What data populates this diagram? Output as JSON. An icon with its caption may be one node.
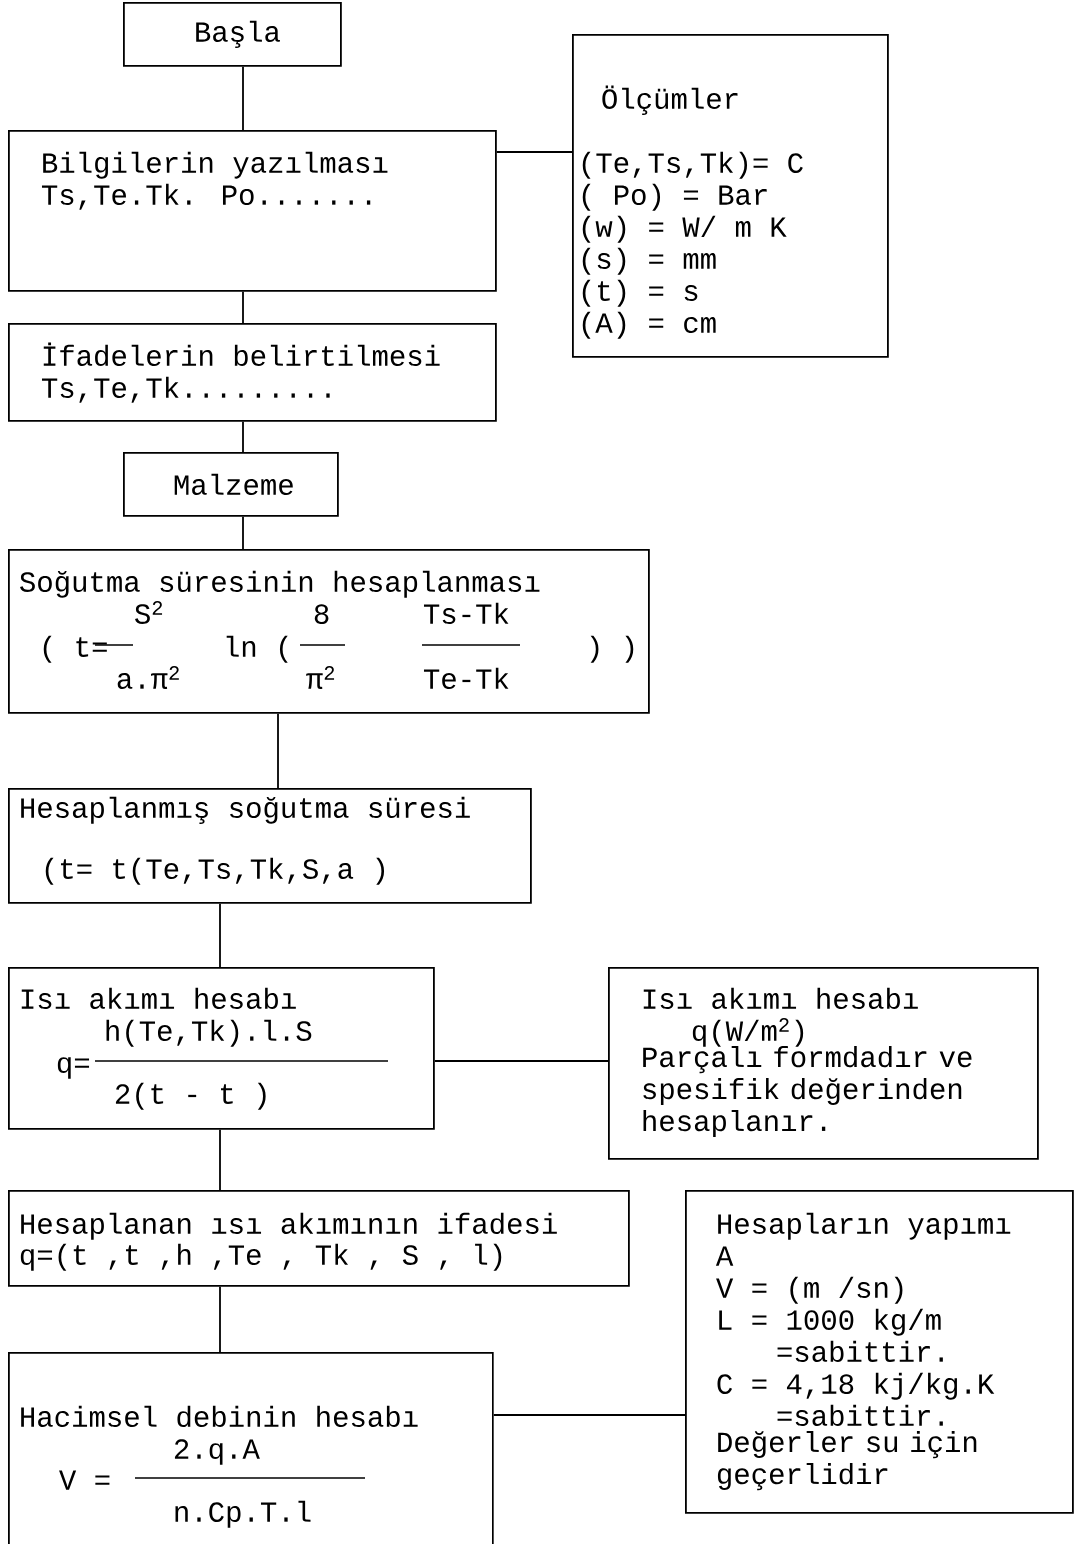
{
  "diagram": {
    "nodes": [
      {
        "text": [
          "Başla"
        ]
      },
      {
        "text": [
          "Bilgilerin yazılması",
          "Ts,Te.Tk. Po......."
        ]
      },
      {
        "text": [
          "Ölçümler",
          "(Te,Ts,Tk)= C",
          "( Po) = Bar",
          "(w) = W/ m K",
          "(s) = mm",
          "(t) = s",
          "(A) = cm"
        ]
      },
      {
        "text": [
          "İfadelerin belirtilmesi",
          "Ts,Te,Tk........."
        ]
      },
      {
        "text": [
          "Malzeme"
        ]
      },
      {
        "text": [
          "Soğutma süresinin hesaplanması",
          "S$^{2}$",
          "( t=",
          "a.π$^{2}$",
          "ln (",
          "8",
          "π$^{2}$",
          "Ts-Tk",
          "Te-Tk",
          ") )"
        ]
      },
      {
        "text": [
          "Hesaplanmış soğutma süresi",
          "(t= t(Te,Ts,Tk,S,a )"
        ]
      },
      {
        "text": [
          "Isı akımı hesabı",
          "h(Te,Tk).l.S",
          "q=",
          "2(t - t )"
        ]
      },
      {
        "text": [
          "Isı akımı hesabı",
          "q(W/m$^{2}$)",
          "Parçalı formdadır ve spesifik değerinden hesaplanır."
        ]
      },
      {
        "text": [
          "Hesaplanan ısı akımının ifadesi",
          "q=(t ,t ,h ,Te , Tk , S , l)"
        ]
      },
      {
        "text": [
          "Hacimsel debinin hesabı",
          "2.q.A",
          "V =",
          "n.Cp.T.l"
        ]
      },
      {
        "text": [
          "Hesapların yapımı",
          "A",
          "V = (m /sn)",
          "L = 1000 kg/m",
          "=sabittir.",
          "C = 4,18 kj/kg.K",
          "=sabittir.",
          "Değerler su için geçerlidir"
        ]
      }
    ],
    "edges": [
      {
        "from": 0,
        "to": 1,
        "arrow": "none"
      },
      {
        "from": 1,
        "to": 2,
        "arrow": "none"
      },
      {
        "from": 1,
        "to": 3,
        "arrow": "none"
      },
      {
        "from": 3,
        "to": 4,
        "arrow": "none"
      },
      {
        "from": 4,
        "to": 5,
        "arrow": "none"
      },
      {
        "from": 5,
        "to": 6,
        "arrow": "none"
      },
      {
        "from": 6,
        "to": 7,
        "arrow": "none"
      },
      {
        "from": 7,
        "to": 8,
        "arrow": "none"
      },
      {
        "from": 7,
        "to": 9,
        "arrow": "none"
      },
      {
        "from": 9,
        "to": 10,
        "arrow": "none"
      },
      {
        "from": 10,
        "to": 11,
        "arrow": "none"
      }
    ]
  }
}
